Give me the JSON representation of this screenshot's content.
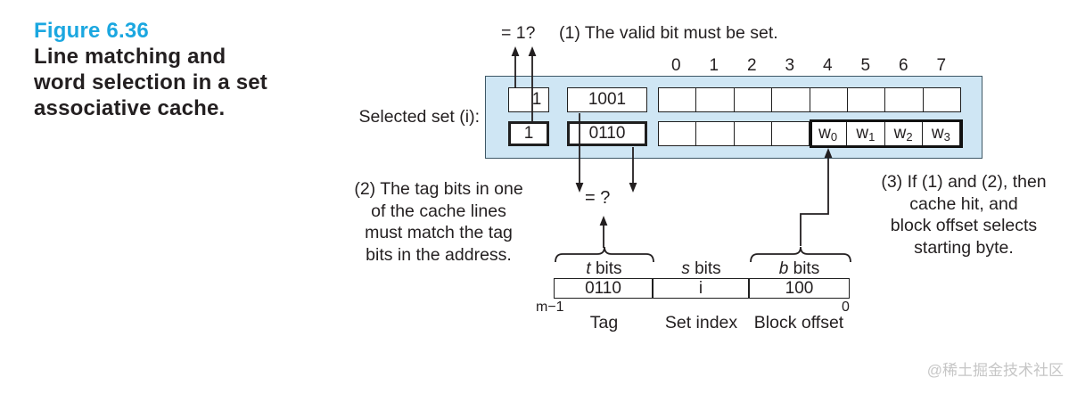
{
  "figure": {
    "label": "Figure 6.36",
    "caption_lines": [
      "Line matching and",
      "word selection in a set",
      "associative cache."
    ]
  },
  "steps": {
    "valid_check": "= 1?",
    "step1": "(1) The valid bit must be set.",
    "step2_lines": [
      "(2) The tag bits in one",
      "of the cache lines",
      "must match the tag",
      "bits in the address."
    ],
    "tag_check": "= ?",
    "step3_lines": [
      "(3) If (1) and (2), then",
      "cache hit, and",
      "block offset selects",
      "starting byte."
    ]
  },
  "cache_set": {
    "selected_set_label": "Selected set (i):",
    "byte_indices": [
      "0",
      "1",
      "2",
      "3",
      "4",
      "5",
      "6",
      "7"
    ],
    "lines": [
      {
        "valid": "1",
        "tag": "1001",
        "cells": [
          {
            "t": "",
            "s": ""
          },
          {
            "t": "",
            "s": ""
          },
          {
            "t": "",
            "s": ""
          },
          {
            "t": "",
            "s": ""
          },
          {
            "t": "",
            "s": ""
          },
          {
            "t": "",
            "s": ""
          },
          {
            "t": "",
            "s": ""
          },
          {
            "t": "",
            "s": ""
          }
        ]
      },
      {
        "valid": "1",
        "tag": "0110",
        "cells": [
          {
            "t": "",
            "s": ""
          },
          {
            "t": "",
            "s": ""
          },
          {
            "t": "",
            "s": ""
          },
          {
            "t": "",
            "s": ""
          },
          {
            "t": "w",
            "s": "0"
          },
          {
            "t": "w",
            "s": "1"
          },
          {
            "t": "w",
            "s": "2"
          },
          {
            "t": "w",
            "s": "3"
          }
        ]
      }
    ]
  },
  "address": {
    "fields": [
      {
        "var": "t",
        "rest": " bits",
        "value": "0110",
        "part_name": "Tag"
      },
      {
        "var": "s",
        "rest": " bits",
        "value": "i",
        "part_name": "Set index"
      },
      {
        "var": "b",
        "rest": " bits",
        "value": "100",
        "part_name": "Block offset"
      }
    ],
    "msb_label": "m−1",
    "lsb_label": "0"
  },
  "watermark": "@稀土掘金技术社区",
  "colors": {
    "figure_label": "#1ba7e0",
    "set_box_fill": "#cfe6f4",
    "set_box_border": "#3e5866",
    "ink": "#231f20",
    "watermark": "#c6c6c6"
  }
}
